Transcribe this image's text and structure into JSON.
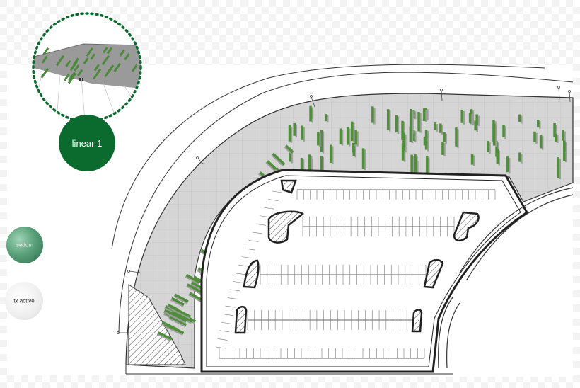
{
  "legend": {
    "badge_label": "linear 1",
    "swatches": [
      {
        "label": "sedum",
        "color": "#5aa27b"
      },
      {
        "label": "tx active",
        "color": "#e6e6e6"
      }
    ]
  },
  "colors": {
    "plaza_fill": "#d6d6d6",
    "planting": "#4f8f3a",
    "outline": "#222222",
    "badge": "#0b6b2f",
    "dotted_ring": "#0b6b2f"
  },
  "icons": [
    "plan-view",
    "perspective-inset",
    "light-pole-icon",
    "hatched-island"
  ]
}
